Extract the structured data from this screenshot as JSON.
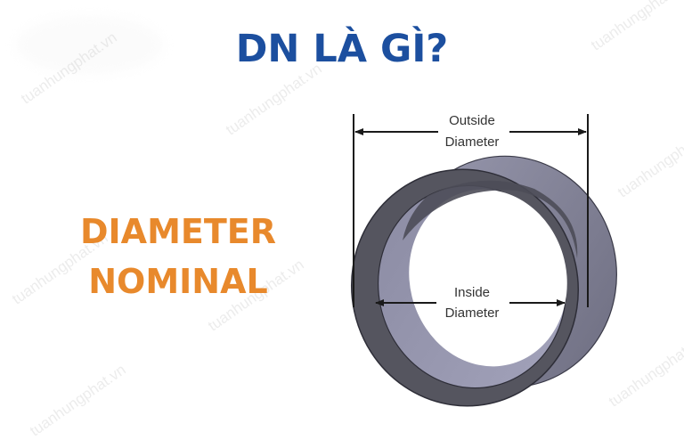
{
  "title": "DN LÀ GÌ?",
  "dn_expansion": {
    "line1": "DIAMETER",
    "line2": "NOMINAL"
  },
  "diagram": {
    "outside_label_line1": "Outside",
    "outside_label_line2": "Diameter",
    "inside_label_line1": "Inside",
    "inside_label_line2": "Diameter"
  },
  "watermark": "tuanhungphat.vn",
  "colors": {
    "title": "#1c4f9f",
    "accent_orange": "#e8892c",
    "pipe_dark": "#54545f",
    "pipe_light": "#8a8aa0",
    "dimension_line": "#1a1a1a"
  }
}
